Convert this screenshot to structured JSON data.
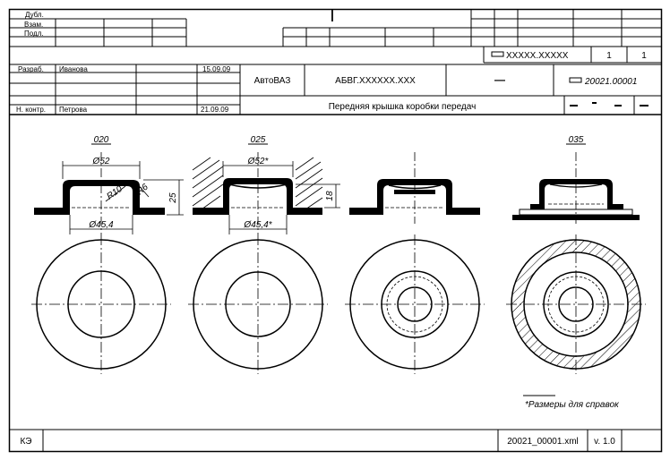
{
  "stamp_top": {
    "labels": [
      "Дубл.",
      "Взам.",
      "Подл."
    ],
    "marker": "|"
  },
  "title_block": {
    "doc_code": "XXXXX.XXXXX",
    "sheet": "1",
    "sheets": "1",
    "roles": [
      {
        "role": "Разраб.",
        "name": "Иванова",
        "date": "15.09.09"
      },
      {
        "role": "Н. контр.",
        "name": "Петрова",
        "date": "21.09.09"
      }
    ],
    "company": "АвтоВАЗ",
    "designation": "АБВГ.XXXXXX.XXX",
    "dash": "—",
    "part_number": "20021.00001",
    "title": "Передняя крышка коробки передач"
  },
  "views": [
    {
      "label": "020",
      "dims": {
        "top_diam": "Ø52",
        "bottom_diam": "Ø45,4",
        "radius_inner": "R10",
        "radius_outer": "R6",
        "height": "25"
      }
    },
    {
      "label": "025",
      "dims": {
        "top_diam": "Ø52*",
        "bottom_diam": "Ø45,4*",
        "height": "18"
      }
    },
    {
      "label": ""
    },
    {
      "label": "035"
    }
  ],
  "footnote": "*Размеры для справок",
  "bottom_bar": {
    "code": "КЭ",
    "filename": "20021_00001.xml",
    "version": "v. 1.0"
  }
}
